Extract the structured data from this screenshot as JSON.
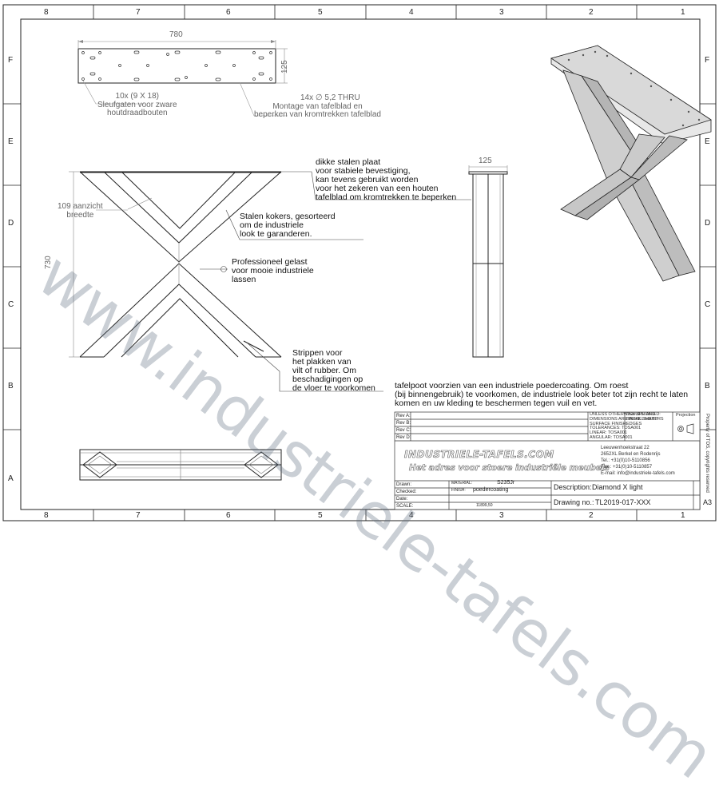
{
  "grid": {
    "columns": [
      "8",
      "7",
      "6",
      "5",
      "4",
      "3",
      "2",
      "1"
    ],
    "rows": [
      "F",
      "E",
      "D",
      "C",
      "B",
      "A"
    ]
  },
  "top_view": {
    "width_dim": "780",
    "depth_dim": "125",
    "slot_note": [
      "10x (9 X 18)",
      "Sleufgaten voor zware",
      "houtdraadbouten"
    ],
    "hole_note": [
      "14x ∅ 5,2 THRU",
      "Montage van tafelblad en",
      "beperken van kromtrekken tafelblad"
    ]
  },
  "front_view": {
    "height_dim": "730",
    "width_note": [
      "109 aanzicht",
      "breedte"
    ],
    "plate_note": [
      "dikke stalen plaat",
      "voor stabiele bevestiging,",
      "kan tevens gebruikt worden",
      "voor het zekeren van een houten",
      "tafelblad om kromtrekken te beperken"
    ],
    "tube_note": [
      "Stalen kokers, gesorteerd",
      "om de industriele",
      "look te garanderen."
    ],
    "weld_note": [
      "Professioneel gelast",
      "voor mooie industriele",
      "lassen"
    ],
    "strip_note": [
      "Strippen voor",
      "het plakken van",
      "vilt of rubber. Om",
      "beschadigingen op",
      "de vloer te voorkomen"
    ]
  },
  "side_view": {
    "width_dim": "125"
  },
  "coating_note": [
    "tafelpoot voorzien van een industriele poedercoating. Om roest",
    "(bij binnengebruik) te voorkomen, de industriele look beter tot zijn recht te laten",
    "komen en uw kleding te beschermen tegen vuil en vet."
  ],
  "watermark": "www.industriele-tafels.com",
  "title_block": {
    "revs": [
      "Rev A:",
      "Rev B:",
      "Rev C:",
      "Rev D:"
    ],
    "spec": [
      "UNLESS OTHERWISE SPECIFIED:",
      "DIMENSIONS ARE IN MILLIMETERS",
      "SURFACE FINISH:",
      "TOLERANCES: TOSA001",
      "LINEAR: TOSA001",
      "ANGULAR: TOSA001"
    ],
    "deburr": [
      "DEBURR AND",
      "BREAK SHARP",
      "EDGES"
    ],
    "projection": "Projection",
    "logo_title": "INDUSTRIELE-TAFELS.COM",
    "logo_sub": "Het adres voor stoere industriële meubels",
    "address": [
      "Leeuwenhoekstraat 22",
      "2652XL Berkel en Rodenrijs",
      "Tel.: +31(0)10-5110856",
      "Fax.: +31(0)10-5110857",
      "E-mail: info@industriele-tafels.com"
    ],
    "side_text": [
      "Property of TOS,",
      "copyrights reserved"
    ],
    "rows": [
      "Drawn:",
      "Checked:",
      "Date:",
      "SCALE:"
    ],
    "material_label": "MATERIAL:",
    "material_value": "S235Jr",
    "finish_label": "FINISH:",
    "finish_value": "poedercoating",
    "weight": "11899,50",
    "description_label": "Description:",
    "description_value": "Diamond X light",
    "drawing_label": "Drawing no.:",
    "drawing_value": "TL2019-017-XXX",
    "sheet_size": "A3"
  }
}
